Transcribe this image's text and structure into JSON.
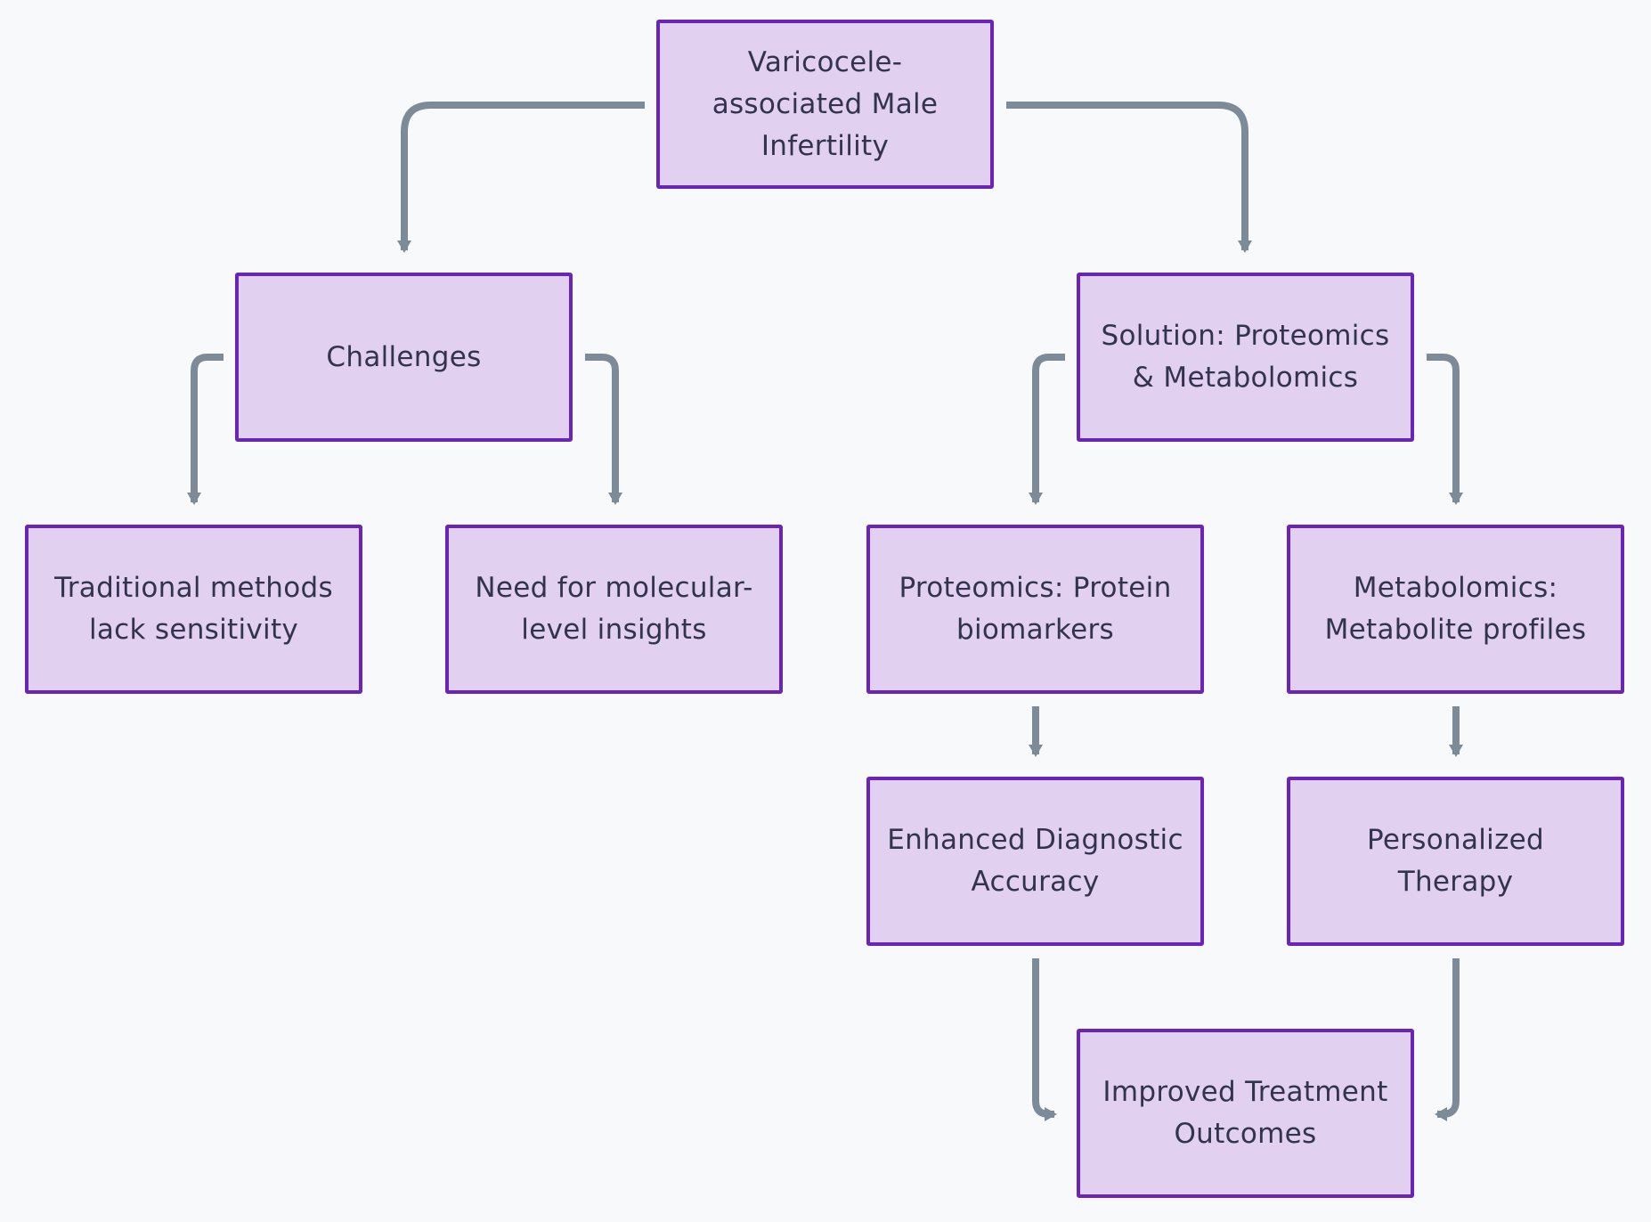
{
  "diagram": {
    "colors": {
      "background": "#f8f9fa",
      "node_fill": "#e1d0f0",
      "node_border": "#6a24b8",
      "edge": "#7d8a98",
      "text": "#33334f"
    },
    "nodes": {
      "root": "Varicocele-associated Male Infertility",
      "challenges": "Challenges",
      "solution": "Solution: Proteomics & Metabolomics",
      "traditional": "Traditional methods lack sensitivity",
      "need": "Need for molecular-level insights",
      "proteomics": "Proteomics: Protein biomarkers",
      "metabolomics": "Metabolomics: Metabolite profiles",
      "enhanced": "Enhanced Diagnostic Accuracy",
      "personalized": "Personalized Therapy",
      "improved": "Improved Treatment Outcomes"
    },
    "edges": [
      {
        "from": "root",
        "to": "challenges"
      },
      {
        "from": "root",
        "to": "solution"
      },
      {
        "from": "challenges",
        "to": "traditional"
      },
      {
        "from": "challenges",
        "to": "need"
      },
      {
        "from": "solution",
        "to": "proteomics"
      },
      {
        "from": "solution",
        "to": "metabolomics"
      },
      {
        "from": "proteomics",
        "to": "enhanced"
      },
      {
        "from": "metabolomics",
        "to": "personalized"
      },
      {
        "from": "enhanced",
        "to": "improved"
      },
      {
        "from": "personalized",
        "to": "improved"
      }
    ]
  }
}
